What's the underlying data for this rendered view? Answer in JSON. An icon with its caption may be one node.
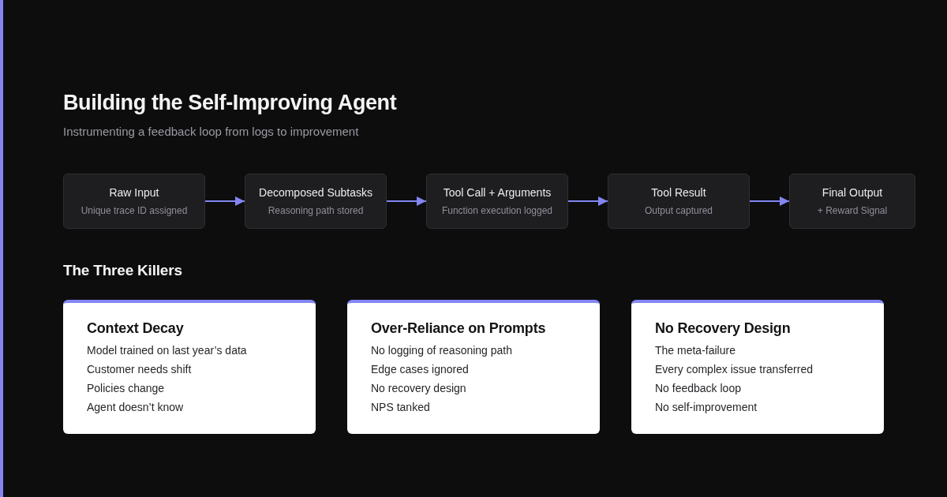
{
  "diagram": {
    "title": "Building the Self-Improving Agent",
    "nodes": [
      {
        "text": [
          "Raw Input",
          "Unique trace ID assigned"
        ]
      },
      {
        "text": [
          "Decomposed Subtasks",
          "Reasoning path stored"
        ]
      },
      {
        "text": [
          "Tool Call + Arguments",
          "Function execution logged"
        ]
      },
      {
        "text": [
          "Tool Result",
          "Output captured"
        ]
      },
      {
        "text": [
          "Final Output",
          "+ Reward Signal"
        ]
      },
      {
        "text": [
          "Context Decay",
          "Model trained on last year’s data",
          "Customer needs shift",
          "Policies change",
          "Agent doesn’t know"
        ]
      },
      {
        "text": [
          "Over-Reliance on Prompts",
          "No logging of reasoning path",
          "Edge cases ignored",
          "No recovery design",
          "NPS tanked"
        ]
      },
      {
        "text": [
          "No Recovery Design",
          "The meta-failure",
          "Every complex issue transferred",
          "No feedback loop",
          "No self-improvement"
        ]
      }
    ],
    "edges": [
      {
        "from": 0,
        "to": 1,
        "arrow": "to"
      },
      {
        "from": 1,
        "to": 2,
        "arrow": "to"
      },
      {
        "from": 2,
        "to": 3,
        "arrow": "to"
      },
      {
        "from": 3,
        "to": 4,
        "arrow": "to"
      }
    ],
    "labels": [
      "Instrumenting a feedback loop from logs to improvement",
      "The Three Killers"
    ]
  }
}
